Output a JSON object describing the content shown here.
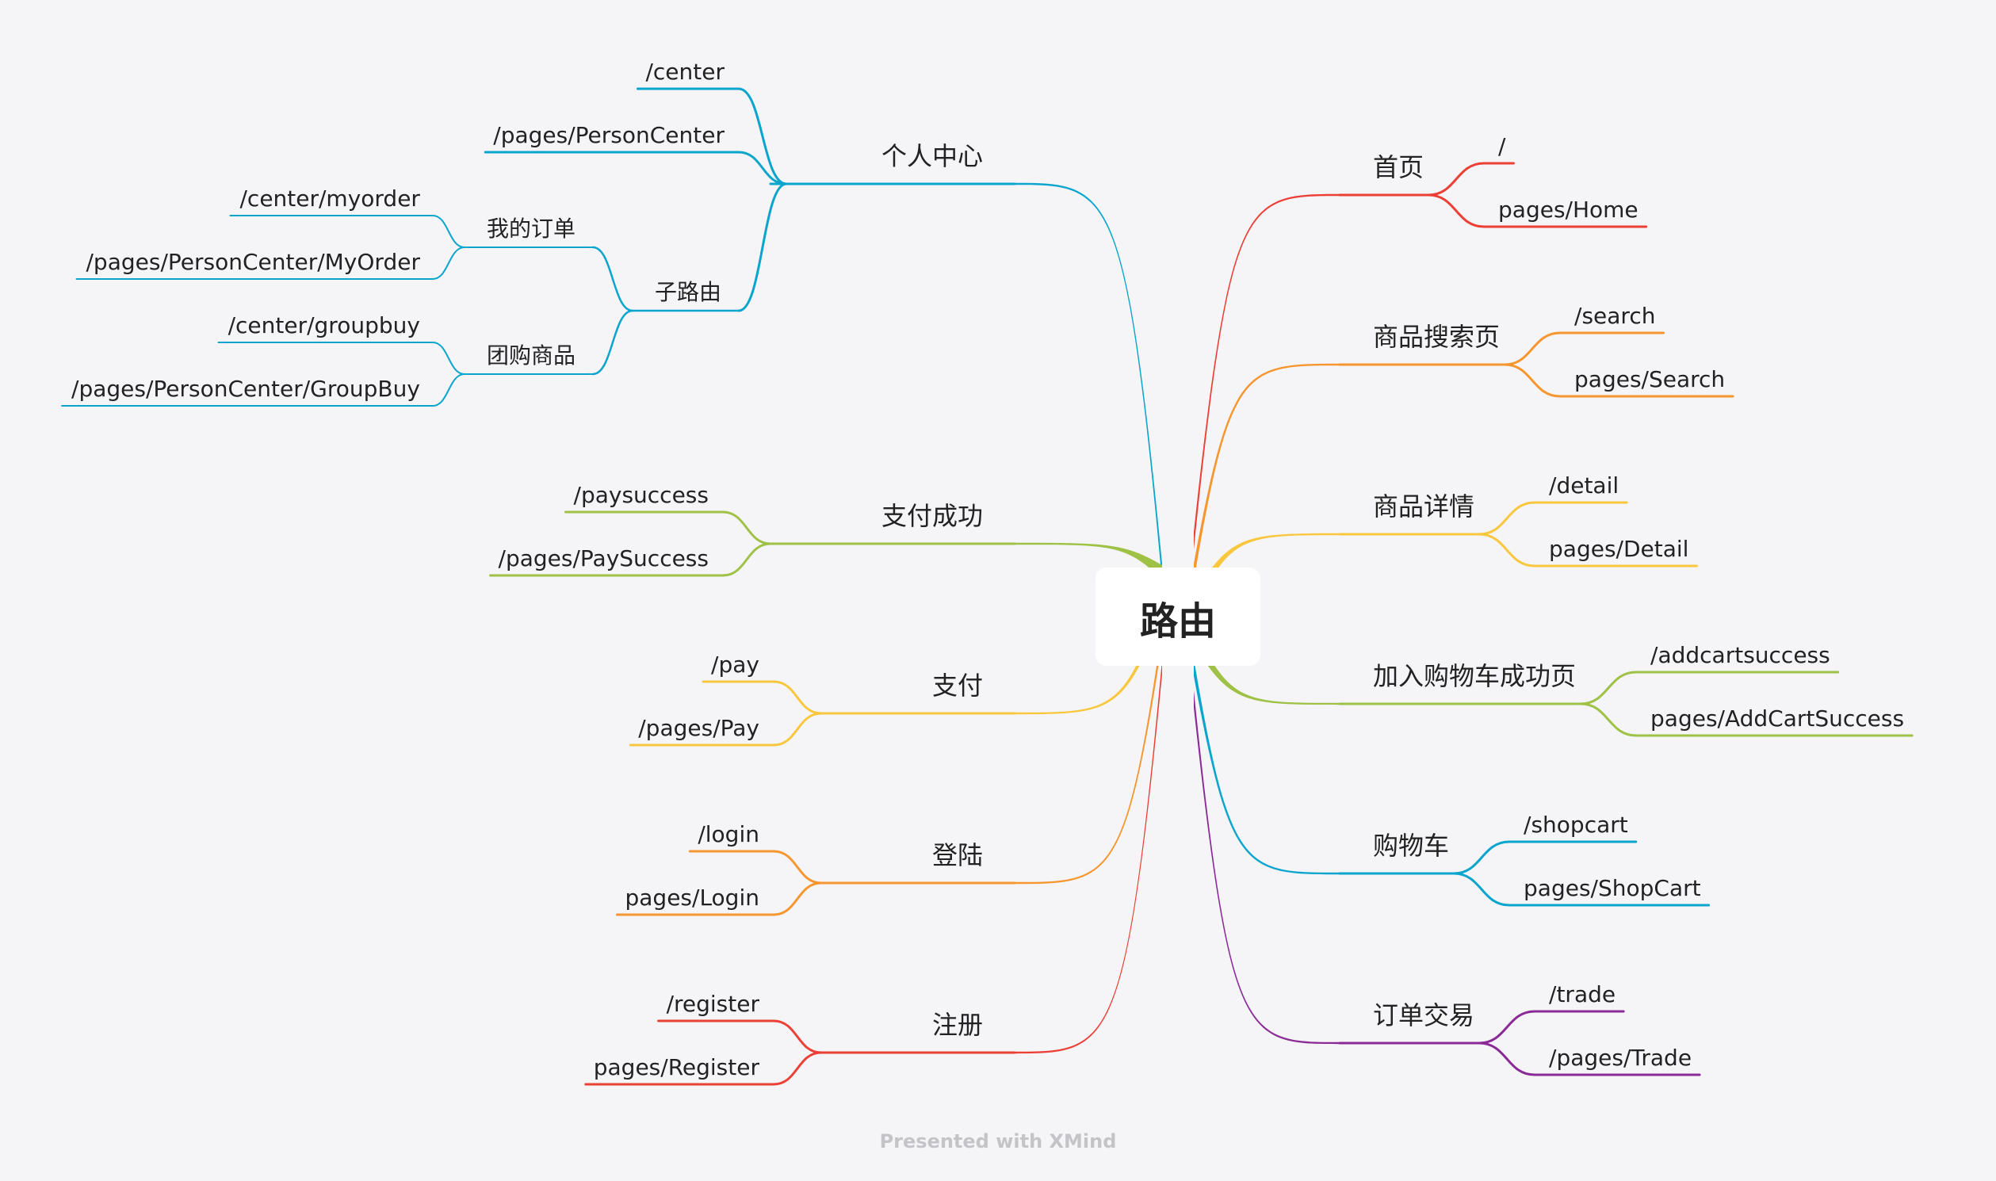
{
  "root": {
    "label": "路由"
  },
  "footer": "Presented with XMind",
  "colors": {
    "blue": "#0aa5cc",
    "red": "#ec3f35",
    "orange": "#f5962f",
    "yellow": "#f9c73d",
    "green": "#9ec146",
    "purple": "#8a2a96",
    "background": "#f5f5f8",
    "text": "#222222",
    "footer": "#c4c4c8"
  },
  "right_branches": [
    {
      "label": "首页",
      "color": "red",
      "children": [
        "/",
        "pages/Home"
      ]
    },
    {
      "label": "商品搜索页",
      "color": "orange",
      "children": [
        "/search",
        "pages/Search"
      ]
    },
    {
      "label": "商品详情",
      "color": "yellow",
      "children": [
        "/detail",
        "pages/Detail"
      ]
    },
    {
      "label": "加入购物车成功页",
      "color": "green",
      "children": [
        "/addcartsuccess",
        "pages/AddCartSuccess"
      ]
    },
    {
      "label": "购物车",
      "color": "blue",
      "children": [
        "/shopcart",
        "pages/ShopCart"
      ]
    },
    {
      "label": "订单交易",
      "color": "purple",
      "children": [
        "/trade",
        "/pages/Trade"
      ]
    }
  ],
  "left_branches": [
    {
      "label": "个人中心",
      "color": "blue",
      "children": [
        "/center",
        "/pages/PersonCenter"
      ],
      "sub": {
        "label": "子路由",
        "children": [
          {
            "label": "我的订单",
            "children": [
              "/center/myorder",
              "/pages/PersonCenter/MyOrder"
            ]
          },
          {
            "label": "团购商品",
            "children": [
              "/center/groupbuy",
              "/pages/PersonCenter/GroupBuy"
            ]
          }
        ]
      }
    },
    {
      "label": "支付成功",
      "color": "green",
      "children": [
        "/paysuccess",
        "/pages/PaySuccess"
      ]
    },
    {
      "label": "支付",
      "color": "yellow",
      "children": [
        "/pay",
        "/pages/Pay"
      ]
    },
    {
      "label": "登陆",
      "color": "orange",
      "children": [
        "/login",
        "pages/Login"
      ]
    },
    {
      "label": "注册",
      "color": "red",
      "children": [
        "/register",
        "pages/Register"
      ]
    }
  ]
}
